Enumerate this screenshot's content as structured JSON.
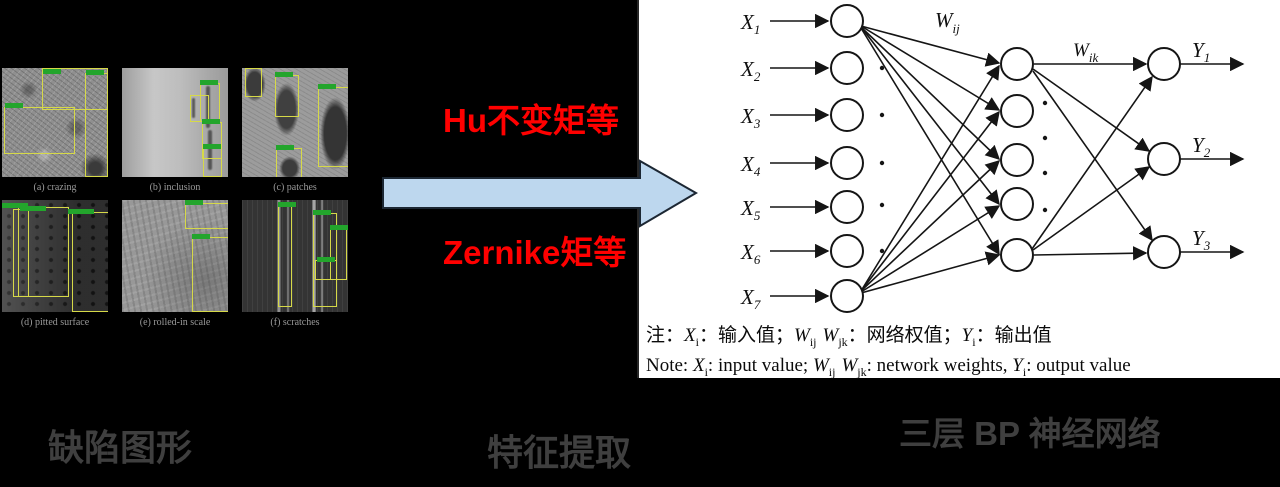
{
  "colors": {
    "background": "#000000",
    "panel": "#ffffff",
    "accent_red": "#ff0000",
    "arrow_fill": "#bdd7ee",
    "arrow_outline": "#1c2733",
    "caption_gray": "#3f3f3f",
    "figure_caption_gray": "#9a9a9a",
    "bbox_yellow": "#d6d948",
    "chip_green": "#23a52c",
    "ink": "#151515"
  },
  "stage_labels": {
    "defects": "缺陷图形",
    "features": "特征提取",
    "network": "三层 BP 神经网络"
  },
  "feature_methods": {
    "top": "Hu不变矩等",
    "bottom": "Zernike矩等"
  },
  "defect_grid": {
    "captions": [
      "(a) crazing",
      "(b) inclusion",
      "(c) patches",
      "(d) pitted surface",
      "(e) rolled-in scale",
      "(f) scratches"
    ]
  },
  "network": {
    "inputs": [
      {
        "base": "X",
        "sub": "1"
      },
      {
        "base": "X",
        "sub": "2"
      },
      {
        "base": "X",
        "sub": "3"
      },
      {
        "base": "X",
        "sub": "4"
      },
      {
        "base": "X",
        "sub": "5"
      },
      {
        "base": "X",
        "sub": "6"
      },
      {
        "base": "X",
        "sub": "7"
      }
    ],
    "outputs": [
      {
        "base": "Y",
        "sub": "1"
      },
      {
        "base": "Y",
        "sub": "2"
      },
      {
        "base": "Y",
        "sub": "3"
      }
    ],
    "weights": {
      "input_hidden": {
        "base": "W",
        "sub": "ij"
      },
      "hidden_output": {
        "base": "W",
        "sub": "ik"
      }
    },
    "notes": {
      "zh": {
        "label": "注：",
        "x": "X",
        "x_sub": "i",
        "x_desc": "：输入值；",
        "w1": "W",
        "w1_sub": "ij",
        "w2": "W",
        "w2_sub": "jk",
        "w_desc": "：网络权值；",
        "y": "Y",
        "y_sub": "i",
        "y_desc": "：输出值"
      },
      "en": {
        "label": "Note: ",
        "x": "X",
        "x_sub": "i",
        "x_desc": ": input value; ",
        "w1": "W",
        "w1_sub": "ij",
        "w2": "W",
        "w2_sub": "jk",
        "w_desc": ": network weights, ",
        "y": "Y",
        "y_sub": "i",
        "y_desc": ": output value"
      }
    }
  }
}
